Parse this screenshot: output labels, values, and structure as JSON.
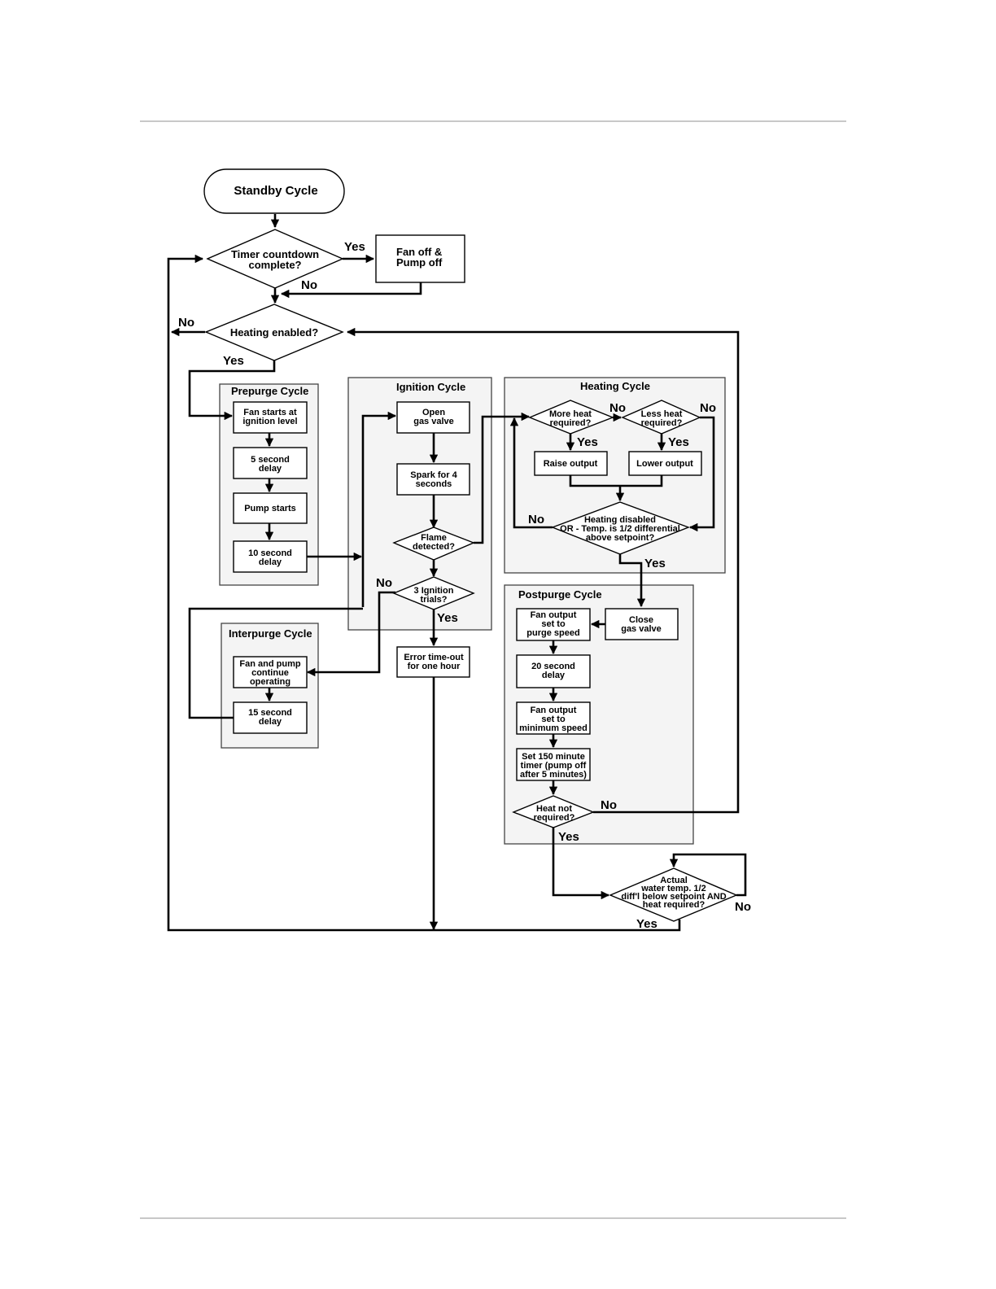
{
  "standby": {
    "title": "Standby Cycle"
  },
  "timer": {
    "line1": "Timer countdown",
    "line2": "complete?"
  },
  "fan_off": {
    "line1": "Fan off &",
    "line2": "Pump off"
  },
  "heating_enabled": {
    "label": "Heating enabled?"
  },
  "prepurge": {
    "title": "Prepurge Cycle",
    "fan_starts": {
      "line1": "Fan starts at",
      "line2": "ignition level"
    },
    "delay5": {
      "line1": "5 second",
      "line2": "delay"
    },
    "pump_starts": {
      "label": "Pump starts"
    },
    "delay10": {
      "line1": "10 second",
      "line2": "delay"
    }
  },
  "ignition": {
    "title": "Ignition Cycle",
    "open_gas": {
      "line1": "Open",
      "line2": "gas valve"
    },
    "spark": {
      "line1": "Spark for 4",
      "line2": "seconds"
    },
    "flame": {
      "line1": "Flame",
      "line2": "detected?"
    },
    "trials": {
      "line1": "3 Ignition",
      "line2": "trials?"
    }
  },
  "error": {
    "line1": "Error time-out",
    "line2": "for one hour"
  },
  "interpurge": {
    "title": "Interpurge Cycle",
    "fan_pump": {
      "line1": "Fan and pump",
      "line2": "continue",
      "line3": "operating"
    },
    "delay15": {
      "line1": "15 second",
      "line2": "delay"
    }
  },
  "heating": {
    "title": "Heating Cycle",
    "more_heat": {
      "line1": "More heat",
      "line2": "required?"
    },
    "less_heat": {
      "line1": "Less heat",
      "line2": "required?"
    },
    "raise": {
      "label": "Raise output"
    },
    "lower": {
      "label": "Lower output"
    },
    "disabled": {
      "line1": "Heating disabled",
      "line2": "OR - Temp. is 1/2 differential",
      "line3": "above setpoint?"
    }
  },
  "postpurge": {
    "title": "Postpurge Cycle",
    "close_gas": {
      "line1": "Close",
      "line2": "gas valve"
    },
    "purge_speed": {
      "line1": "Fan output",
      "line2": "set to",
      "line3": "purge speed"
    },
    "delay20": {
      "line1": "20 second",
      "line2": "delay"
    },
    "min_speed": {
      "line1": "Fan output",
      "line2": "set to",
      "line3": "minimum speed"
    },
    "timer150": {
      "line1": "Set 150 minute",
      "line2": "timer (pump off",
      "line3": "after 5 minutes)"
    },
    "heat_not": {
      "line1": "Heat not",
      "line2": "required?"
    }
  },
  "actual": {
    "line1": "Actual",
    "line2": "water temp. 1/2",
    "line3": "diff'l below setpoint AND",
    "line4": "heat required?"
  },
  "labels": {
    "yes_timer": "Yes",
    "no_timer": "No",
    "no_heating_enabled": "No",
    "yes_heating_enabled": "Yes",
    "no_more_heat": "No",
    "yes_more_heat": "Yes",
    "no_less_heat": "No",
    "yes_less_heat": "Yes",
    "no_disabled": "No",
    "yes_disabled": "Yes",
    "no_trials": "No",
    "yes_trials": "Yes",
    "no_heat_not": "No",
    "yes_heat_not": "Yes",
    "no_actual": "No",
    "yes_actual": "Yes"
  }
}
